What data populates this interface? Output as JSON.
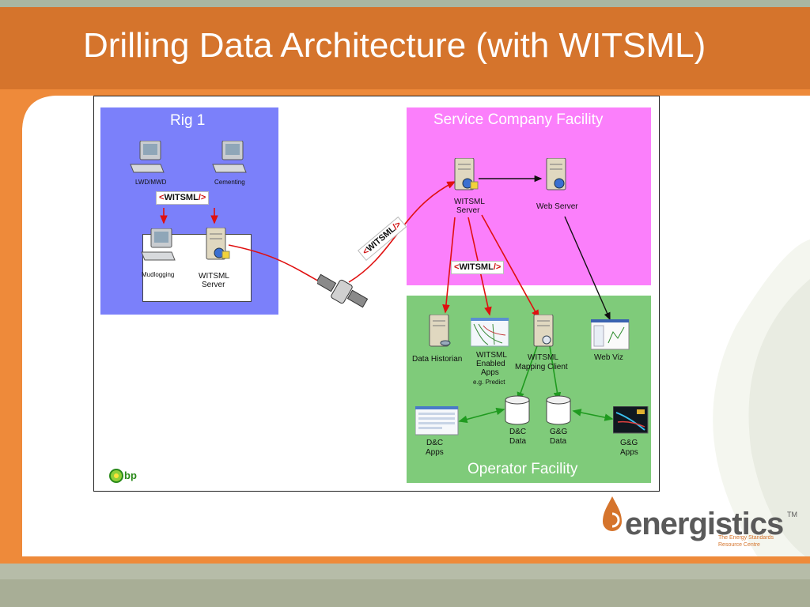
{
  "slide": {
    "title": "Drilling Data Architecture (with WITSML)"
  },
  "diagram": {
    "rig": {
      "title": "Rig 1",
      "lwd_label": "LWD/MWD",
      "cementing_label": "Cementing",
      "witsml_tag": "WITSML",
      "mudlogging_label": "Mudlogging",
      "server_label_1": "WITSML",
      "server_label_2": "Server"
    },
    "satellite_tag": "WITSML",
    "service": {
      "title": "Service Company Facility",
      "server_label_1": "WITSML",
      "server_label_2": "Server",
      "web_server_label": "Web Server",
      "witsml_tag": "WITSML"
    },
    "operator": {
      "title": "Operator Facility",
      "historian_label": "Data Historian",
      "apps_label_1": "WITSML",
      "apps_label_2": "Enabled",
      "apps_label_3": "Apps",
      "apps_label_4": "e.g. Predict",
      "mapping_label_1": "WITSML",
      "mapping_label_2": "Mapping Client",
      "webviz_label": "Web Viz",
      "dc_apps_label_1": "D&C",
      "dc_apps_label_2": "Apps",
      "dc_data_label_1": "D&C",
      "dc_data_label_2": "Data",
      "gg_data_label_1": "G&G",
      "gg_data_label_2": "Data",
      "gg_apps_label_1": "G&G",
      "gg_apps_label_2": "Apps"
    },
    "bp_logo_text": "bp"
  },
  "branding": {
    "name": "energistics",
    "trademark": "TM",
    "tagline_1": "The Energy Standards",
    "tagline_2": "Resource Centre"
  },
  "colors": {
    "title_bar": "#d5742c",
    "rig_zone": "#7b80fa",
    "service_zone": "#fb7ffb",
    "operator_zone": "#7fcb7a",
    "red_link": "#e01010",
    "green_link": "#1f9a1f"
  }
}
